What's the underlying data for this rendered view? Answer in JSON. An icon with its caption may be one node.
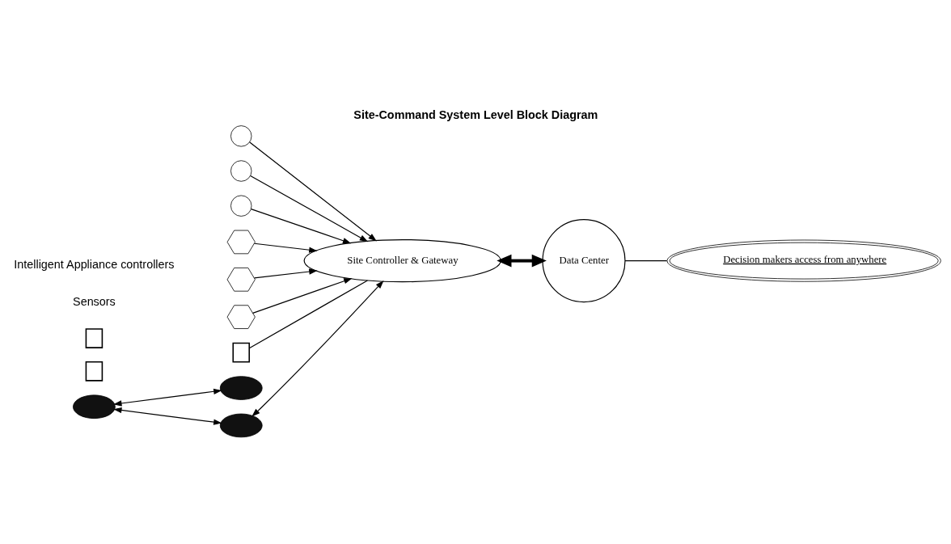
{
  "diagram": {
    "title": "Site-Command System Level Block Diagram",
    "nodes": [
      {
        "text": [],
        "shape": "circle"
      },
      {
        "text": [],
        "shape": "circle"
      },
      {
        "text": [],
        "shape": "circle"
      },
      {
        "text": [],
        "shape": "hexagon"
      },
      {
        "text": [],
        "shape": "hexagon"
      },
      {
        "text": [],
        "shape": "hexagon"
      },
      {
        "text": [
          "Decision makers access from anywhere"
        ]
      },
      {
        "text": [],
        "shape": "box"
      },
      {
        "text": [],
        "shape": "box"
      },
      {
        "text": [],
        "shape": "box"
      },
      {
        "text": [
          "Site Controller & Gateway"
        ]
      },
      {
        "text": [
          "Data Center"
        ]
      },
      {
        "text": [],
        "shape": "ellipse"
      },
      {
        "text": [],
        "shape": "ellipse"
      },
      {
        "text": [],
        "shape": "ellipse"
      }
    ],
    "edges": [
      {
        "from": 0,
        "to": 10,
        "arrow": "to"
      },
      {
        "from": 1,
        "to": 10,
        "arrow": "to"
      },
      {
        "from": 2,
        "to": 10,
        "arrow": "to"
      },
      {
        "from": 3,
        "to": 10,
        "arrow": "to"
      },
      {
        "from": 4,
        "to": 10,
        "arrow": "to"
      },
      {
        "from": 5,
        "to": 10,
        "arrow": "to"
      },
      {
        "from": 8,
        "to": 10,
        "arrow": "none"
      },
      {
        "from": 10,
        "to": 11,
        "arrow": "both",
        "style": "thick"
      },
      {
        "from": 11,
        "to": 6,
        "arrow": "none"
      },
      {
        "from": 13,
        "to": 10,
        "arrow": "both"
      },
      {
        "from": 14,
        "to": 13,
        "arrow": "both"
      },
      {
        "from": 14,
        "to": 12,
        "arrow": "both"
      }
    ],
    "labels": [
      "Sensors",
      "Intelligent Appliance controllers"
    ]
  }
}
